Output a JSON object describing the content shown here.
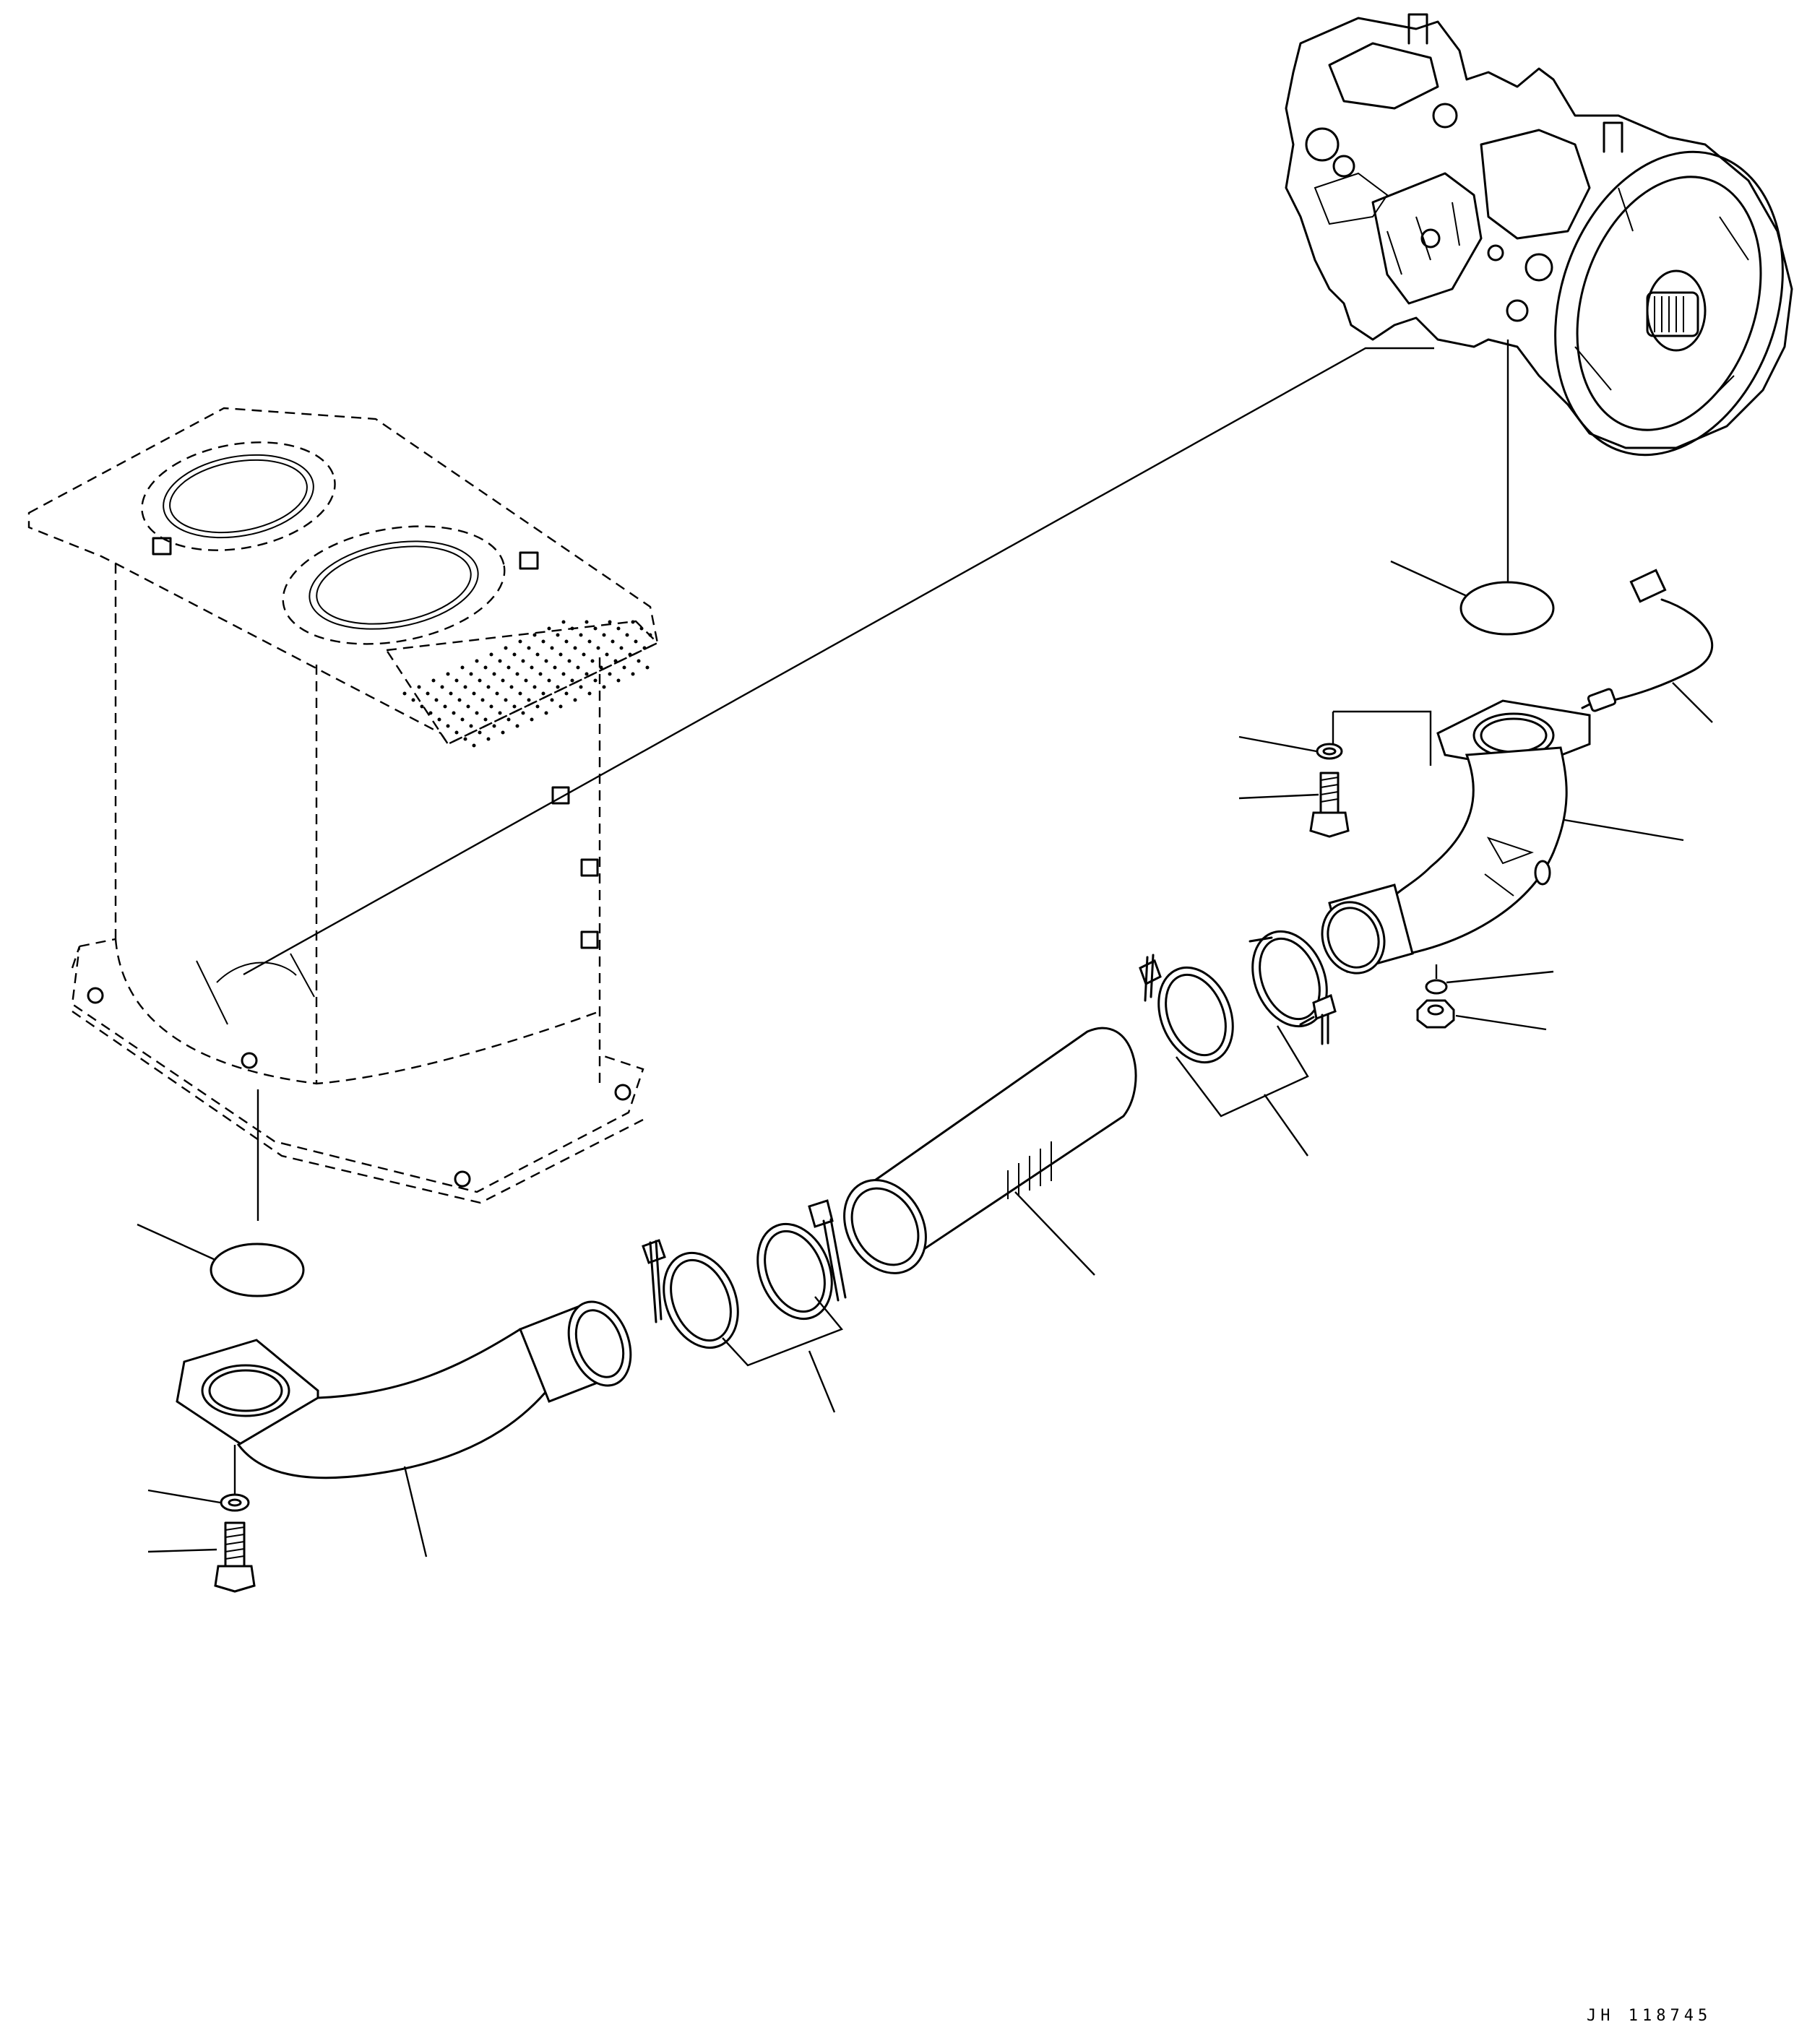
{
  "drawing": {
    "code": "JH 118745"
  },
  "parts": [
    {
      "name": "hydraulic-pump"
    },
    {
      "name": "tank-frame"
    },
    {
      "name": "o-ring-upper"
    },
    {
      "name": "o-ring-lower"
    },
    {
      "name": "sensor-harness"
    },
    {
      "name": "washer-upper"
    },
    {
      "name": "bolt-upper"
    },
    {
      "name": "elbow-tube-upper"
    },
    {
      "name": "o-ring-plug"
    },
    {
      "name": "plug"
    },
    {
      "name": "clamp-pair-upper"
    },
    {
      "name": "hose"
    },
    {
      "name": "clamp-pair-lower"
    },
    {
      "name": "tube-lower"
    },
    {
      "name": "washer-lower"
    },
    {
      "name": "bolt-lower"
    }
  ]
}
